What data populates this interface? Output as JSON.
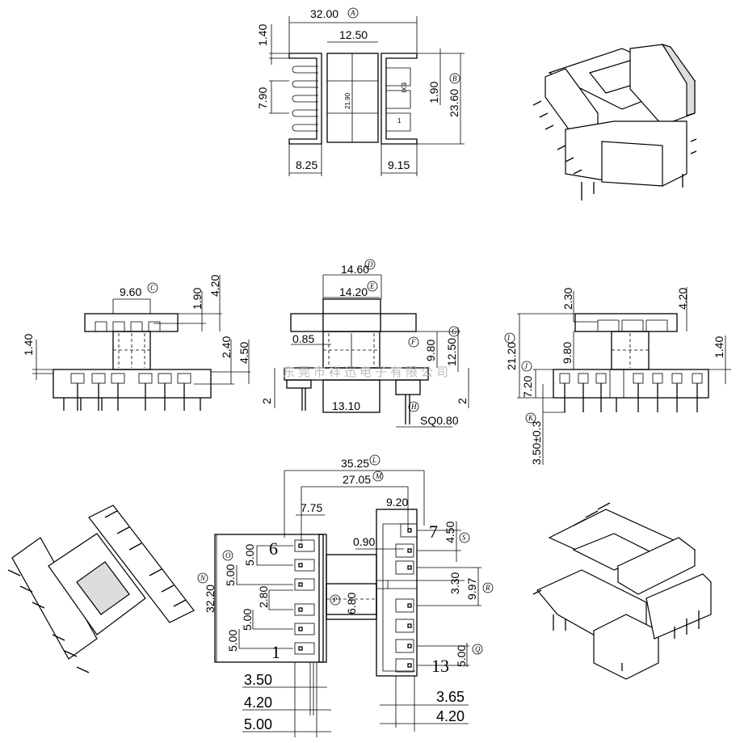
{
  "drawing": {
    "watermark": "东莞市祥迅电子有限公司",
    "top_view": {
      "overall_width": "32.00",
      "overall_width_ref": "A",
      "core_width": "12.50",
      "flange_thickness": "1.40",
      "pin_span": "7.90",
      "core_depth": "21.90",
      "slot_pitch": "1.90",
      "overall_depth": "23.60",
      "overall_depth_ref": "B",
      "left_flange": "8.25",
      "right_flange": "9.15",
      "mark_exi": "EXI",
      "mark_1": "1"
    },
    "left_view": {
      "flange_width": "9.60",
      "flange_width_ref": "C",
      "slot_depth": "1.90",
      "flange_height": "4.20",
      "base_offset": "1.40",
      "base_step": "2.40",
      "base_height": "4.50"
    },
    "front_view": {
      "outer_width": "14.60",
      "outer_width_ref": "D",
      "inner_width": "14.20",
      "inner_width_ref": "E",
      "wall": "0.85",
      "window_ref": "F",
      "window_height": "9.80",
      "flange_gap": "12.50",
      "flange_gap_ref": "G",
      "standoff_left": "2",
      "standoff_right": "2",
      "bottom_width": "13.10",
      "pin_ref": "H",
      "pin_size": "SQ0.80"
    },
    "right_view": {
      "top_slot": "2.30",
      "flange_height": "4.20",
      "total_height": "21.20",
      "total_height_ref": "I",
      "window_height": "9.80",
      "base_offset": "1.40",
      "base_height": "7.20",
      "base_height_ref": "J",
      "pin_length": "3.50±0.3",
      "pin_length_ref": "K"
    },
    "bottom_view": {
      "pin_row_span": "35.25",
      "pin_row_span_ref": "L",
      "inner_span": "27.05",
      "inner_span_ref": "M",
      "right_block": "9.20",
      "left_block": "7.75",
      "right_pitch_top": "4.50",
      "right_pitch_top_ref": "S",
      "slot_width": "0.90",
      "left_pitch_a": "5.00",
      "left_pitch_b": "5.00",
      "left_pitch_ref": "O",
      "overall_length": "32.20",
      "overall_length_ref": "N",
      "center_gap": "2.80",
      "core_ref": "P",
      "core_width": "6.80",
      "center_slot": "3.30",
      "right_span": "9.97",
      "right_span_ref": "R",
      "left_pitch_c": "5.00",
      "left_pitch_d": "5.00",
      "right_pitch_bottom": "5.00",
      "right_pitch_bottom_ref": "Q",
      "left_dim_1": "3.50",
      "left_dim_2": "4.20",
      "left_dim_3": "5.00",
      "right_dim_1": "3.65",
      "right_dim_2": "4.20",
      "pin_labels": [
        "1",
        "6",
        "7",
        "13"
      ]
    }
  }
}
